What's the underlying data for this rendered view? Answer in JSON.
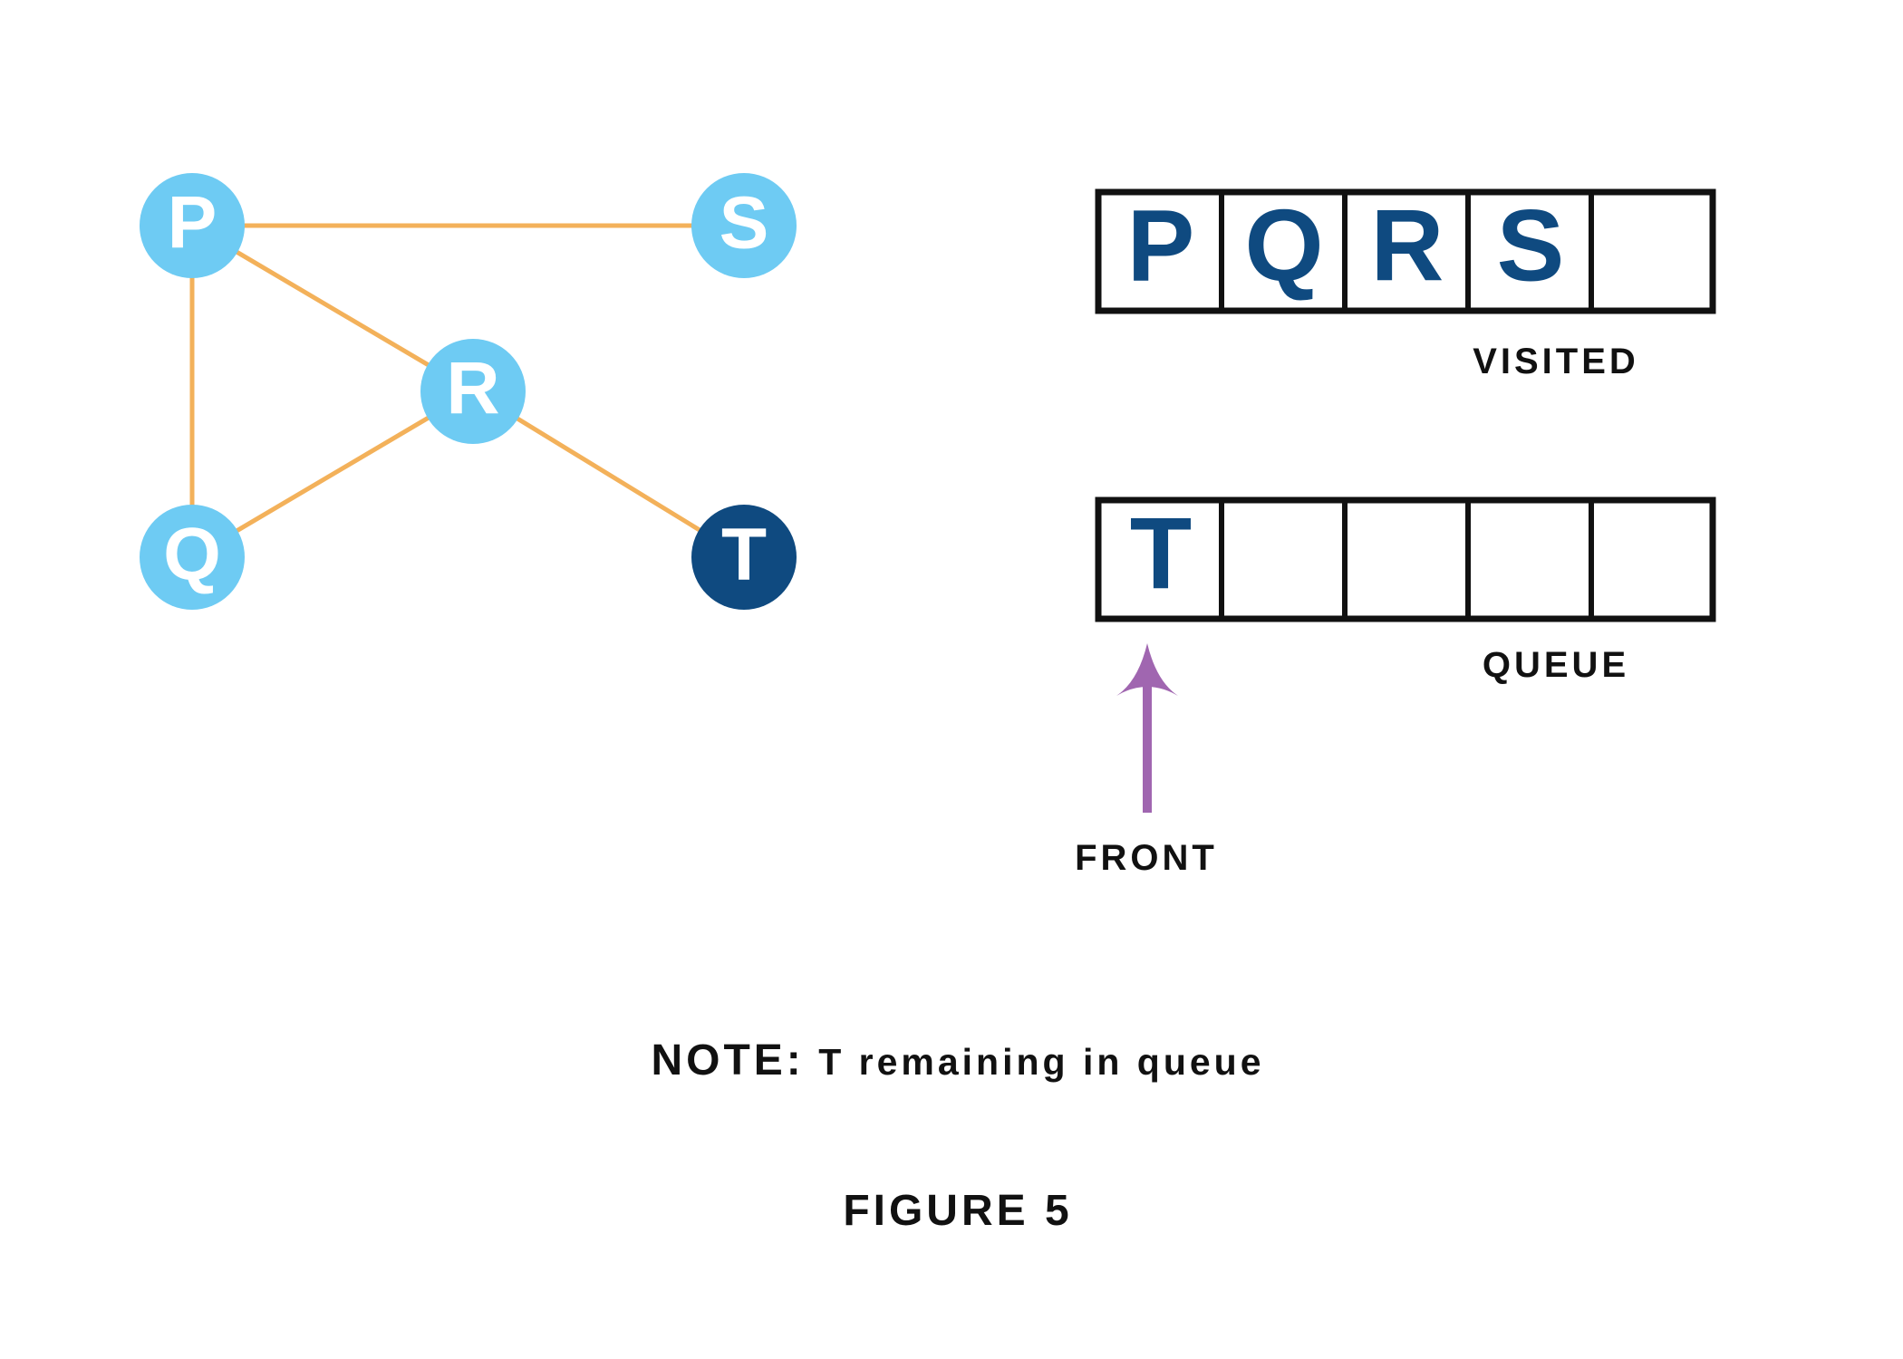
{
  "colors": {
    "node_unvisited": "#6ecbf3",
    "node_current": "#0f4a80",
    "node_text_light": "#ffffff",
    "edge": "#f3b15a",
    "cell_text": "#0f4a80",
    "box_border": "#111111",
    "arrow": "#a066b0",
    "label_text": "#111111"
  },
  "graph": {
    "nodes": [
      {
        "id": "P",
        "label": "P",
        "state": "visited"
      },
      {
        "id": "S",
        "label": "S",
        "state": "visited"
      },
      {
        "id": "R",
        "label": "R",
        "state": "visited"
      },
      {
        "id": "Q",
        "label": "Q",
        "state": "visited"
      },
      {
        "id": "T",
        "label": "T",
        "state": "current"
      }
    ],
    "edges": [
      {
        "from": "P",
        "to": "S"
      },
      {
        "from": "P",
        "to": "R"
      },
      {
        "from": "P",
        "to": "Q"
      },
      {
        "from": "R",
        "to": "Q"
      },
      {
        "from": "R",
        "to": "T"
      }
    ]
  },
  "visited": {
    "label": "VISITED",
    "cells": [
      "P",
      "Q",
      "R",
      "S",
      ""
    ]
  },
  "queue": {
    "label": "QUEUE",
    "cells": [
      "T",
      "",
      "",
      "",
      ""
    ]
  },
  "front_label": "FRONT",
  "note": {
    "prefix": "NOTE:",
    "text": " T remaining in queue"
  },
  "figure_caption": "FIGURE 5"
}
